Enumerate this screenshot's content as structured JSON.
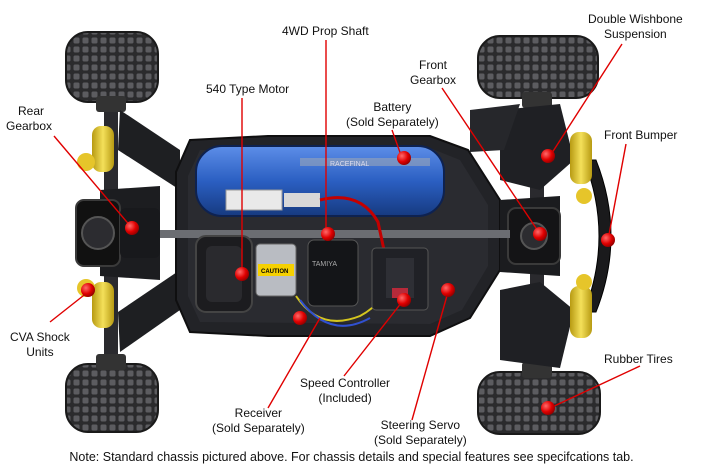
{
  "labels": {
    "prop_shaft": "4WD Prop Shaft",
    "double_wishbone": [
      "Double Wishbone",
      "Suspension"
    ],
    "motor": "540 Type Motor",
    "front_gearbox": [
      "Front",
      "Gearbox"
    ],
    "rear_gearbox": [
      "Rear",
      "Gearbox"
    ],
    "battery": [
      "Battery",
      "(Sold Separately)"
    ],
    "front_bumper": "Front Bumper",
    "cva_shock": [
      "CVA Shock",
      "Units"
    ],
    "rubber_tires": "Rubber Tires",
    "speed_controller": [
      "Speed Controller",
      "(Included)"
    ],
    "receiver": [
      "Receiver",
      "(Sold Separately)"
    ],
    "steering_servo": [
      "Steering Servo",
      "(Sold Separately)"
    ]
  },
  "note": "Note: Standard chassis pictured above. For chassis details and special features see specifcations tab.",
  "photo_markings": {
    "battery_brand": "RACEFINAL",
    "caution_tag": "CAUTION",
    "receiver_brand": "TAMIYA"
  },
  "colors": {
    "marker": "#e00000",
    "leader": "#e00000",
    "chassis": "#232428",
    "battery": "#2a5fc0",
    "tire": "#3a3a3c",
    "shock": "#e7cf3a"
  }
}
